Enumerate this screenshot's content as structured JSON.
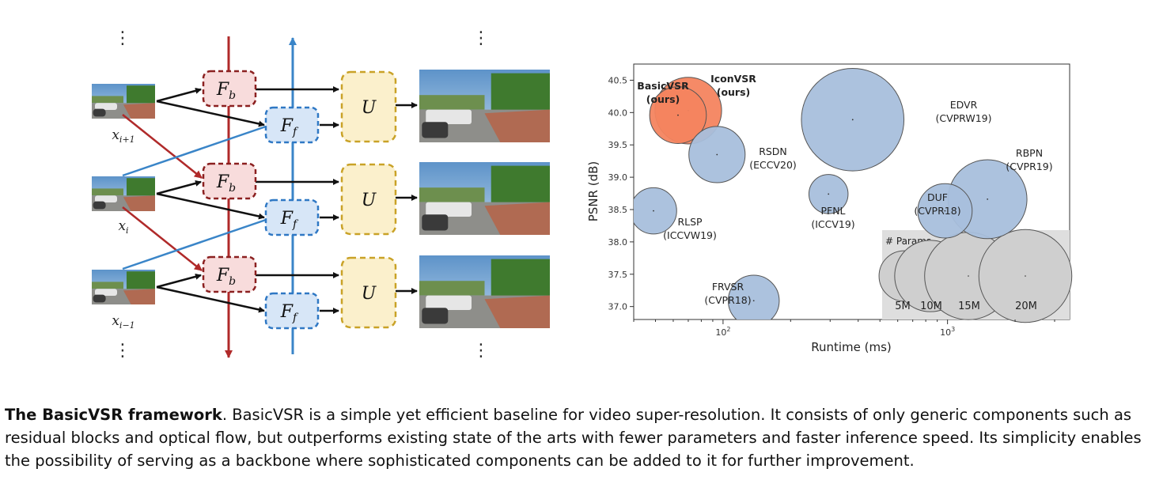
{
  "diagram": {
    "block_labels": {
      "backward": "F",
      "backward_sub": "b",
      "forward": "F",
      "forward_sub": "f",
      "upsample": "U"
    },
    "frames": [
      {
        "label_main": "x",
        "label_sub": "i+1"
      },
      {
        "label_main": "x",
        "label_sub": "i"
      },
      {
        "label_main": "x",
        "label_sub": "i−1"
      }
    ],
    "ellipsis": "⋮",
    "colors": {
      "backward_stroke": "#8b2020",
      "backward_fill": "#f8dcdc",
      "backward_arrow": "#b02a2a",
      "forward_stroke": "#2f78c4",
      "forward_fill": "#d7e6f7",
      "forward_arrow": "#3a85c8",
      "upsample_stroke": "#c9a227",
      "upsample_fill": "#fbf0cc"
    }
  },
  "chart_data": {
    "type": "scatter",
    "xlabel": "Runtime (ms)",
    "ylabel": "PSNR (dB)",
    "xscale": "log",
    "xlim": [
      40,
      3500
    ],
    "ylim": [
      36.8,
      40.75
    ],
    "yticks": [
      "37.0",
      "37.5",
      "38.0",
      "38.5",
      "39.0",
      "39.5",
      "40.0",
      "40.5"
    ],
    "xticks": [
      {
        "value": 100,
        "base": "10",
        "exp": "2"
      },
      {
        "value": 1000,
        "base": "10",
        "exp": "3"
      }
    ],
    "colors": {
      "ours": "#f4845f",
      "others": "#a8bfdc",
      "legend_bg": "#dedede",
      "legend_bubble": "#cfcfcf"
    },
    "points": [
      {
        "name": "BasicVSR",
        "venue": "(ours)",
        "x": 63,
        "y": 39.96,
        "params": 6.3,
        "ours": true
      },
      {
        "name": "IconVSR",
        "venue": "(ours)",
        "x": 70,
        "y": 40.03,
        "params": 8.7,
        "ours": true
      },
      {
        "name": "EDVR",
        "venue": "(CVPRW19)",
        "x": 378,
        "y": 39.89,
        "params": 20.6,
        "ours": false
      },
      {
        "name": "RSDN",
        "venue": "(ECCV20)",
        "x": 94,
        "y": 39.35,
        "params": 6.2,
        "ours": false
      },
      {
        "name": "PFNL",
        "venue": "(ICCV19)",
        "x": 295,
        "y": 38.74,
        "params": 3.0,
        "ours": false
      },
      {
        "name": "DUF",
        "venue": "(CVPR18)",
        "x": 974,
        "y": 38.48,
        "params": 5.8,
        "ours": false
      },
      {
        "name": "RBPN",
        "venue": "(CVPR19)",
        "x": 1507,
        "y": 38.66,
        "params": 12.2,
        "ours": false
      },
      {
        "name": "RLSP",
        "venue": "(ICCVW19)",
        "x": 49,
        "y": 38.48,
        "params": 4.2,
        "ours": false
      },
      {
        "name": "FRVSR",
        "venue": "(CVPR18)",
        "x": 137,
        "y": 37.09,
        "params": 5.1,
        "ours": false
      }
    ],
    "legend": {
      "title": "# Params",
      "placement": "bottom-right",
      "sizes": [
        {
          "label": "5M",
          "params": 5
        },
        {
          "label": "10M",
          "params": 10
        },
        {
          "label": "15M",
          "params": 15
        },
        {
          "label": "20M",
          "params": 20
        }
      ]
    }
  },
  "caption": {
    "title": "The BasicVSR framework",
    "body": ". BasicVSR is a simple yet efficient baseline for video super-resolution. It consists of only generic components such as residual blocks and optical flow, but outperforms existing state of the arts with fewer parameters and faster inference speed. Its simplicity enables the possibility of serving as a backbone where sophisticated components can be added to it for further improvement."
  }
}
